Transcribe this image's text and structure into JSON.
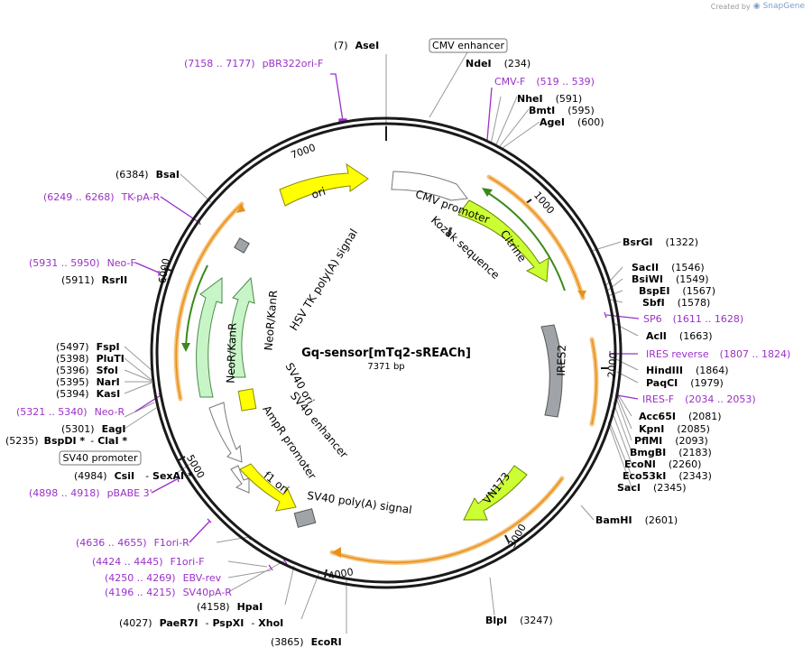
{
  "brand": {
    "created_by": "Created by",
    "product": "SnapGene"
  },
  "plasmid": {
    "name": "Gq-sensor[mTq2-sREACh]",
    "length": "7371 bp"
  },
  "ticks": [
    "1000",
    "2000",
    "3000",
    "4000",
    "5000",
    "6000",
    "7000"
  ],
  "feature_labels": {
    "cmv_enhancer": "CMV enhancer",
    "cmv_promoter": "CMV promoter",
    "citrine": "Citrine",
    "kozak": "Kozak sequence",
    "ires2": "IRES2",
    "vn173": "VN173",
    "sv40_polya": "SV40 poly(A) signal",
    "f1_ori": "f1 ori",
    "ampr_promoter": "AmpR promoter",
    "sv40_enhancer": "SV40 enhancer",
    "sv40_ori": "SV40 ori",
    "neor_1": "NeoR/KanR",
    "neor_2": "NeoR/KanR",
    "hsv_tk": "HSV TK poly(A) signal",
    "ori": "ori",
    "sv40_promoter": "SV40 promoter"
  },
  "sites": {
    "ase": {
      "pos": "(7)",
      "name": "AseI"
    },
    "nde": {
      "name": "NdeI",
      "pos": "(234)"
    },
    "nhe": {
      "name": "NheI",
      "pos": "(591)"
    },
    "bmt": {
      "name": "BmtI",
      "pos": "(595)"
    },
    "age": {
      "name": "AgeI",
      "pos": "(600)"
    },
    "bsrg": {
      "name": "BsrGI",
      "pos": "(1322)"
    },
    "sac2": {
      "name": "SacII",
      "pos": "(1546)"
    },
    "bsiw": {
      "name": "BsiWI",
      "pos": "(1549)"
    },
    "bspe": {
      "name": "BspEI",
      "pos": "(1567)"
    },
    "sbf": {
      "name": "SbfI",
      "pos": "(1578)"
    },
    "acl": {
      "name": "AclI",
      "pos": "(1663)"
    },
    "hind": {
      "name": "HindIII",
      "pos": "(1864)"
    },
    "paqc": {
      "name": "PaqCI",
      "pos": "(1979)"
    },
    "acc65": {
      "name": "Acc65I",
      "pos": "(2081)"
    },
    "kpn": {
      "name": "KpnI",
      "pos": "(2085)"
    },
    "pflm": {
      "name": "PflMI",
      "pos": "(2093)"
    },
    "bmgb": {
      "name": "BmgBI",
      "pos": "(2183)"
    },
    "econ": {
      "name": "EcoNI",
      "pos": "(2260)"
    },
    "eco53": {
      "name": "Eco53kI",
      "pos": "(2343)"
    },
    "sac1": {
      "name": "SacI",
      "pos": "(2345)"
    },
    "bamh": {
      "name": "BamHI",
      "pos": "(2601)"
    },
    "blp": {
      "name": "BlpI",
      "pos": "(3247)"
    },
    "ecor": {
      "pos": "(3865)",
      "name": "EcoRI"
    },
    "paer7": {
      "pos": "(4027)",
      "name": "PaeR7I",
      "sep1": "-",
      "name2": "PspXI",
      "sep2": "-",
      "name3": "XhoI"
    },
    "hpa": {
      "pos": "(4158)",
      "name": "HpaI"
    },
    "csi": {
      "pos": "(4984)",
      "name": "CsiI",
      "sep": "-",
      "name2": "SexAI *"
    },
    "bspd": {
      "pos": "(5235)",
      "name": "BspDI *",
      "sep": "-",
      "name2": "ClaI *"
    },
    "eag": {
      "pos": "(5301)",
      "name": "EagI"
    },
    "kas": {
      "pos": "(5394)",
      "name": "KasI"
    },
    "nar": {
      "pos": "(5395)",
      "name": "NarI"
    },
    "sfo": {
      "pos": "(5396)",
      "name": "SfoI"
    },
    "plut": {
      "pos": "(5398)",
      "name": "PluTI"
    },
    "fsp": {
      "pos": "(5497)",
      "name": "FspI"
    },
    "rsr2": {
      "pos": "(5911)",
      "name": "RsrII"
    },
    "bsa": {
      "pos": "(6384)",
      "name": "BsaI"
    }
  },
  "primers": {
    "pbr322": {
      "range": "(7158 .. 7177)",
      "name": "pBR322ori-F"
    },
    "cmvf": {
      "name": "CMV-F",
      "range": "(519 .. 539)"
    },
    "sp6": {
      "name": "SP6",
      "range": "(1611 .. 1628)"
    },
    "iresrev": {
      "name": "IRES reverse",
      "range": "(1807 .. 1824)"
    },
    "iresf": {
      "name": "IRES-F",
      "range": "(2034 .. 2053)"
    },
    "pbabe3": {
      "range": "(4898 .. 4918)",
      "name": "pBABE 3'"
    },
    "f1orir": {
      "range": "(4636 .. 4655)",
      "name": "F1ori-R"
    },
    "f1orif": {
      "range": "(4424 .. 4445)",
      "name": "F1ori-F"
    },
    "ebvrev": {
      "range": "(4250 .. 4269)",
      "name": "EBV-rev"
    },
    "sv40par": {
      "range": "(4196 .. 4215)",
      "name": "SV40pA-R"
    },
    "neor": {
      "range": "(5321 .. 5340)",
      "name": "Neo-R"
    },
    "neof": {
      "range": "(5931 .. 5950)",
      "name": "Neo-F"
    },
    "tkpar": {
      "range": "(6249 .. 6268)",
      "name": "TK-pA-R"
    }
  },
  "colors": {
    "backbone": "#1a1a1a",
    "ori": "#ffff00",
    "neor": "#c8f5c8",
    "citrine": "#ccff33",
    "ires": "#a0a4a8",
    "promoter": "#ffffff",
    "orf_line": "#f5a623",
    "green_arrow": "#3a8a1a",
    "primer": "#9b30c8"
  }
}
